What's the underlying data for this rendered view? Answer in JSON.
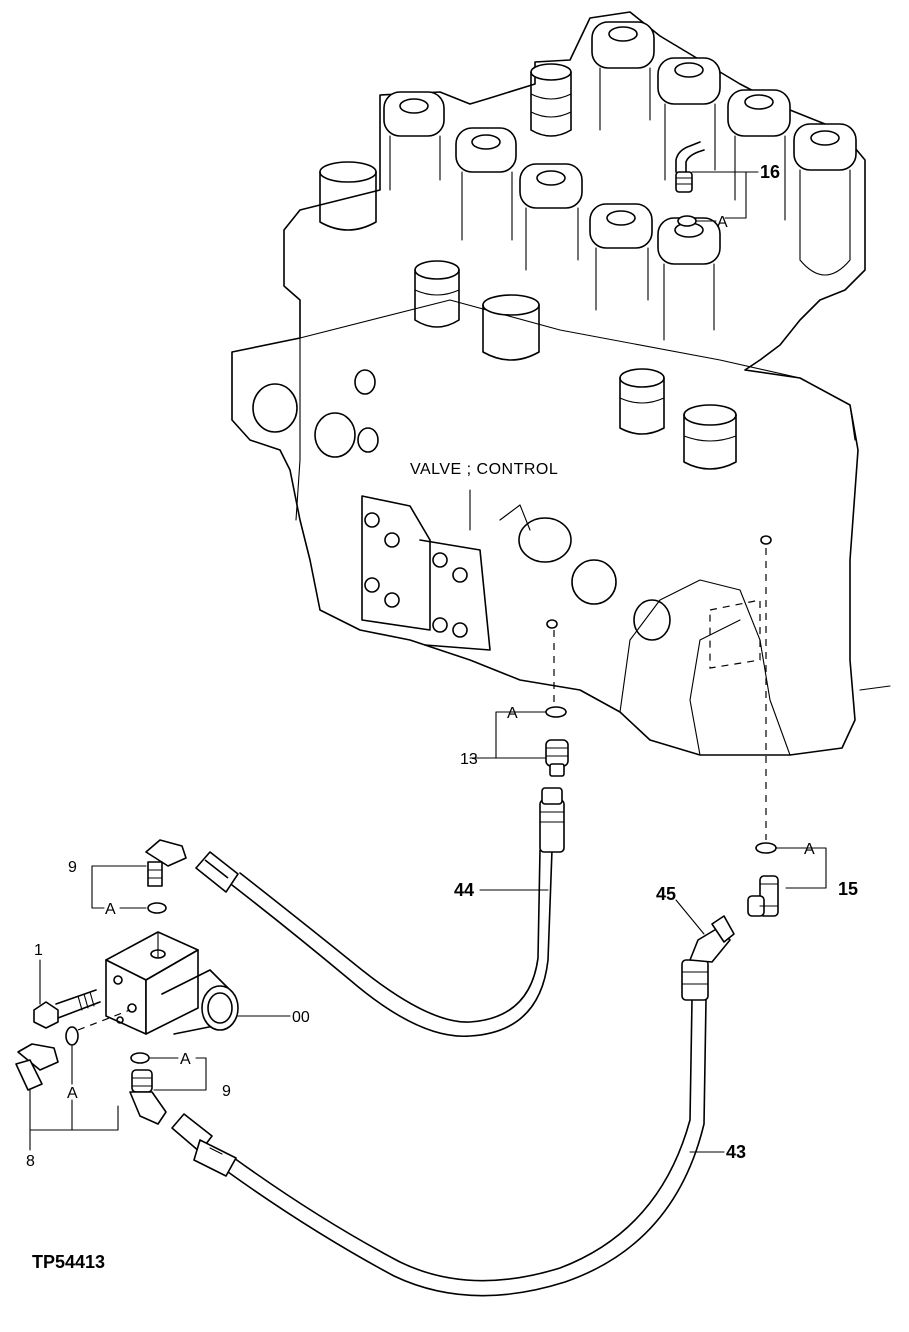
{
  "diagram": {
    "component_title": "VALVE ; CONTROL",
    "reference_code": "TP54413",
    "callouts": {
      "p16": "16",
      "p15": "15",
      "p13": "13",
      "p44": "44",
      "p45": "45",
      "p43": "43",
      "p9_top": "9",
      "p9_bottom": "9",
      "p1": "1",
      "p8": "8",
      "p00": "00",
      "a_16": "A",
      "a_13": "A",
      "a_15": "A",
      "a_block_top": "A",
      "a_block_bottom": "A",
      "a_8": "A"
    }
  }
}
